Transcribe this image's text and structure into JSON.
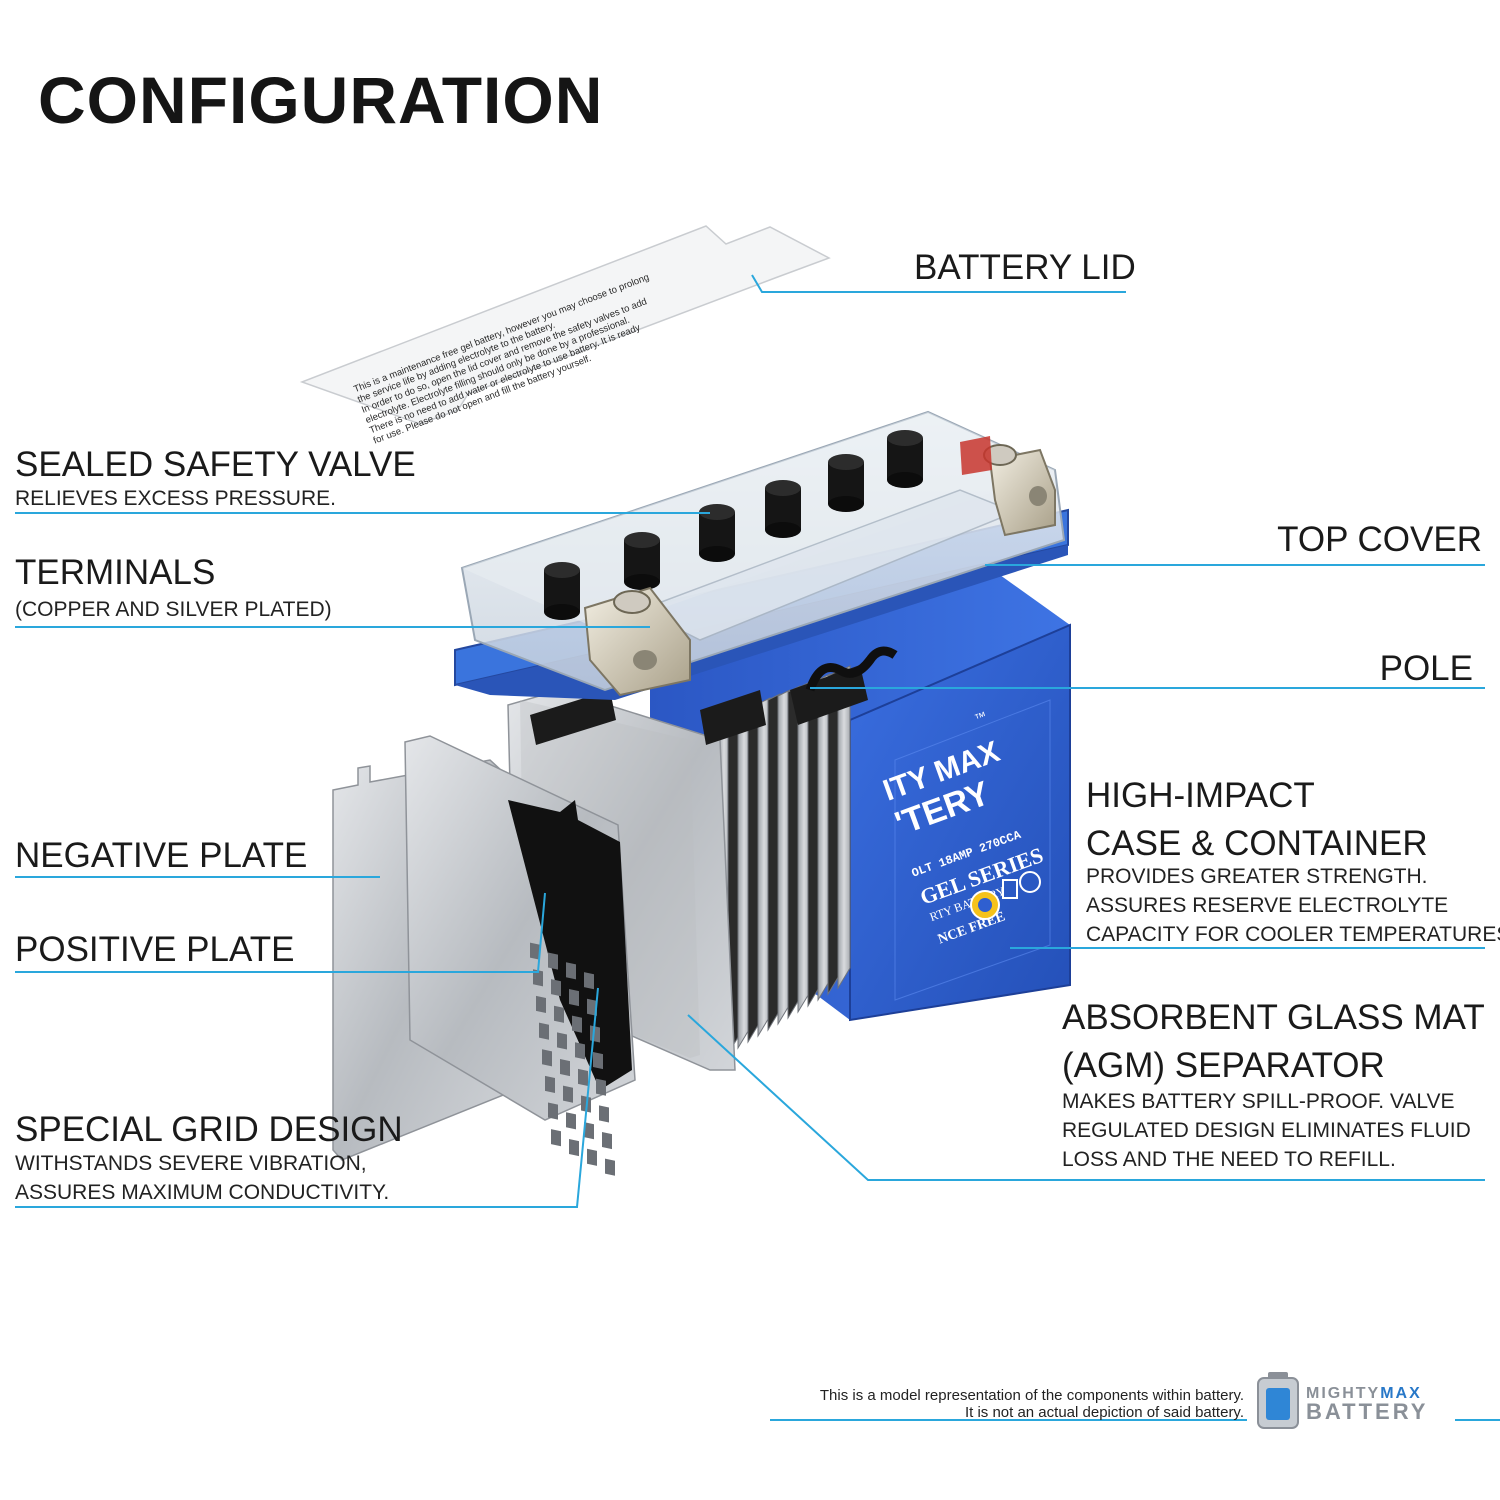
{
  "title": "CONFIGURATION",
  "labels": {
    "battery_lid": "BATTERY LID",
    "sealed_valve": {
      "title": "SEALED SAFETY VALVE",
      "desc": "RELIEVES EXCESS PRESSURE."
    },
    "terminals": {
      "title": "TERMINALS",
      "desc": "(COPPER AND SILVER PLATED)"
    },
    "top_cover": "TOP COVER",
    "pole": "POLE",
    "case": {
      "title1": "HIGH-IMPACT",
      "title2": "CASE & CONTAINER",
      "desc1": "PROVIDES GREATER STRENGTH.",
      "desc2": "ASSURES RESERVE ELECTROLYTE",
      "desc3": "CAPACITY FOR COOLER TEMPERATURES."
    },
    "negative_plate": "NEGATIVE PLATE",
    "positive_plate": "POSITIVE PLATE",
    "agm": {
      "title1": "ABSORBENT GLASS MAT",
      "title2": "(AGM) SEPARATOR",
      "desc1": "MAKES BATTERY SPILL-PROOF. VALVE",
      "desc2": "REGULATED DESIGN ELIMINATES FLUID",
      "desc3": "LOSS AND THE NEED TO REFILL."
    },
    "grid": {
      "title": "SPECIAL GRID DESIGN",
      "desc1": "WITHSTANDS SEVERE VIBRATION,",
      "desc2": "ASSURES MAXIMUM CONDUCTIVITY."
    }
  },
  "lid_text": [
    "This is a maintenance free gel battery, however you may choose to prolong",
    "the service life by adding electrolyte to the battery.",
    "In order to do so, open the lid cover and remove the safety valves to add",
    "electrolyte. Electrolyte filling should only be done by a professional.",
    "There is no need to add water or electrolyte to use battery. It is ready",
    "for use. Please do not open and fill the battery yourself."
  ],
  "battery_label": {
    "brand1": "ITY MAX",
    "brand2": "'TERY",
    "spec": "OLT 18AMP 270CCA",
    "series": "GEL SERIES",
    "sub1": "RTY BATTERY",
    "sub2": "NCE FREE",
    "tm": "™"
  },
  "disclaimer": {
    "line1": "This is a model representation of the components within battery.",
    "line2": "It is not an actual depiction of said battery."
  },
  "brand": {
    "word1a": "MIGHTY",
    "word1b": "MAX",
    "word2": "BATTERY"
  },
  "colors": {
    "leader_line": "#2aa7dc",
    "case_blue": "#2f5fd0",
    "case_blue_dark": "#1e3f9a",
    "terminal_black": "#151515",
    "plate_silver": "#b9bcc1"
  }
}
